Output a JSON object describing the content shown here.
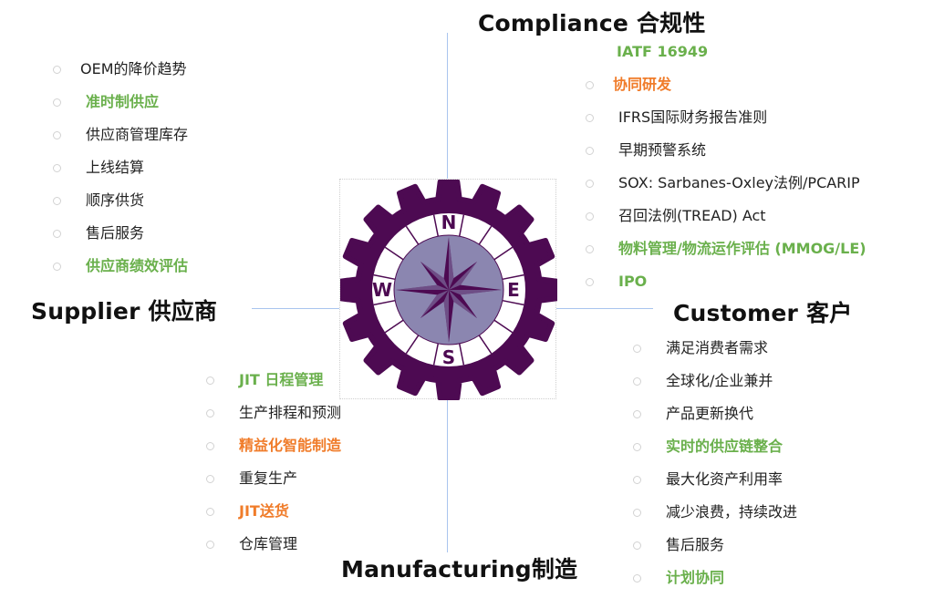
{
  "headings": {
    "compliance": "Compliance 合规性",
    "supplier": "Supplier 供应商",
    "customer": "Customer 客户",
    "manufacturing": "Manufacturing制造"
  },
  "compass": {
    "north": "N",
    "east": "E",
    "south": "S",
    "west": "W",
    "gear_color": "#4d0a52",
    "rose_fill": "#8b86b0"
  },
  "colors": {
    "green": "#6ab04c",
    "orange": "#f07c2a",
    "text": "#222222",
    "axis": "#a9c4ee"
  },
  "supplier_items": [
    {
      "label": "OEM的降价趋势",
      "style": "normal"
    },
    {
      "label": "准时制供应",
      "style": "green"
    },
    {
      "label": "供应商管理库存",
      "style": "normal"
    },
    {
      "label": "上线结算",
      "style": "normal"
    },
    {
      "label": "顺序供货",
      "style": "normal"
    },
    {
      "label": "售后服务",
      "style": "normal"
    },
    {
      "label": "供应商绩效评估",
      "style": "green"
    }
  ],
  "compliance_items": [
    {
      "label": "IATF 16949",
      "style": "green",
      "bullet": false
    },
    {
      "label": "协同研发",
      "style": "orange",
      "bullet": true
    },
    {
      "label": "IFRS国际财务报告准则",
      "style": "normal",
      "bullet": true
    },
    {
      "label": "早期预警系统",
      "style": "normal",
      "bullet": true
    },
    {
      "label": "SOX: Sarbanes-Oxley法例/PCARIP",
      "style": "normal",
      "bullet": true
    },
    {
      "label": "召回法例(TREAD) Act",
      "style": "normal",
      "bullet": true
    },
    {
      "label": "物料管理/物流运作评估 (MMOG/LE)",
      "style": "green",
      "bullet": true
    },
    {
      "label": "IPO",
      "style": "green",
      "bullet": true
    }
  ],
  "customer_items": [
    {
      "label": "满足消费者需求",
      "style": "normal"
    },
    {
      "label": "全球化/企业兼并",
      "style": "normal"
    },
    {
      "label": "产品更新换代",
      "style": "normal"
    },
    {
      "label": "实时的供应链整合",
      "style": "green"
    },
    {
      "label": "最大化资产利用率",
      "style": "normal"
    },
    {
      "label": "减少浪费，持续改进",
      "style": "normal"
    },
    {
      "label": "售后服务",
      "style": "normal"
    },
    {
      "label": "计划协同",
      "style": "green"
    }
  ],
  "manufacturing_items": [
    {
      "label": "JIT 日程管理",
      "style": "green"
    },
    {
      "label": "生产排程和预测",
      "style": "normal"
    },
    {
      "label": "精益化智能制造",
      "style": "orange"
    },
    {
      "label": "重复生产",
      "style": "normal"
    },
    {
      "label": "JIT送货",
      "style": "orange"
    },
    {
      "label": "仓库管理",
      "style": "normal"
    }
  ]
}
